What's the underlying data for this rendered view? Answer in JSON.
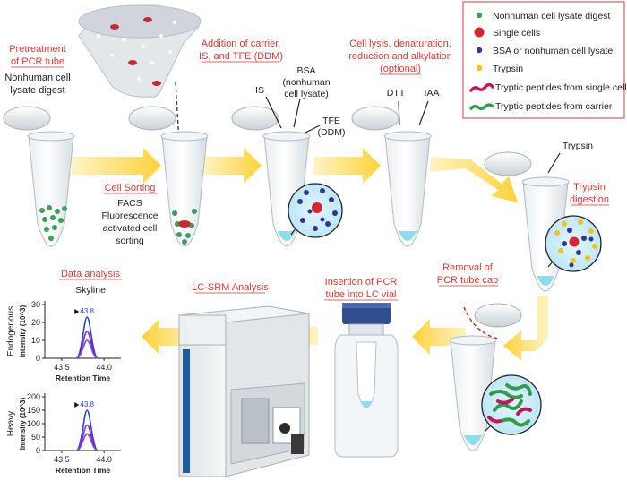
{
  "legend": {
    "items": [
      {
        "label": "Nonhuman cell lysate digest",
        "marker": "green-dot",
        "color": "#3aa05a"
      },
      {
        "label": "Single cells",
        "marker": "red-dot",
        "color": "#d8262e"
      },
      {
        "label": "BSA or nonhuman cell lysate",
        "marker": "navy-dot",
        "color": "#2d3a8c"
      },
      {
        "label": "Trypsin",
        "marker": "yellow-dot",
        "color": "#f2c21b"
      },
      {
        "label": "Tryptic peptides from single cells",
        "marker": "magenta-chain",
        "color": "#c2185b"
      },
      {
        "label": "Tryptic peptides from carrier",
        "marker": "green-chain",
        "color": "#2e9e4a"
      }
    ]
  },
  "steps": {
    "pretreatment": {
      "title1": "Pretreatment",
      "title2": "of PCR tube",
      "desc1": "Nonhuman cell",
      "desc2": "lysate digest"
    },
    "sorting": {
      "title": "Cell Sorting",
      "d1": "FACS",
      "d2": "Fluorescence",
      "d3": "activated cell",
      "d4": "sorting"
    },
    "addition": {
      "title1": "Addition of carrier,",
      "title2": "IS, and TFE (DDM)",
      "is": "IS",
      "bsa1": "BSA",
      "bsa2": "(nonhuman",
      "bsa3": "cell lysate)",
      "tfe1": "TFE",
      "tfe2": "(DDM)"
    },
    "lysis": {
      "title1": "Cell lysis, denaturation,",
      "title2": "reduction and alkylation",
      "title3": "(optional)",
      "dtt": "DTT",
      "iaa": "IAA"
    },
    "digestion": {
      "trypsin": "Trypsin",
      "title1": "Trypsin",
      "title2": "digestion"
    },
    "removal": {
      "title1": "Removal of",
      "title2": "PCR tube cap"
    },
    "insertion": {
      "title1": "Insertion of PCR",
      "title2": "tube into LC vial"
    },
    "lcsrm": {
      "title": "LC-SRM Analysis"
    },
    "data": {
      "title": "Data analysis",
      "software": "Skyline"
    }
  },
  "chart_data": [
    {
      "type": "line",
      "row_label": "Endogenous",
      "ylabel": "Intensity (10^3)",
      "xlabel": "Retention Time",
      "x_ticks": [
        "43.5",
        "44.0"
      ],
      "y_ticks": [
        "0",
        "10",
        "20",
        "30"
      ],
      "ylim": [
        0,
        30
      ],
      "peak_label": "43.8",
      "peak_x": 43.8,
      "peaks": [
        {
          "color": "#2b3ee0",
          "apex": 23
        },
        {
          "color": "#7a2fb0",
          "apex": 15
        },
        {
          "color": "#8a44d0",
          "apex": 10
        }
      ]
    },
    {
      "type": "line",
      "row_label": "Heavy",
      "ylabel": "Intensity (10^3)",
      "xlabel": "Retention Time",
      "x_ticks": [
        "43.5",
        "44.0"
      ],
      "y_ticks": [
        "0",
        "50",
        "100",
        "150",
        "200"
      ],
      "ylim": [
        0,
        200
      ],
      "peak_label": "43.8",
      "peak_x": 43.8,
      "peaks": [
        {
          "color": "#2b3ee0",
          "apex": 150
        },
        {
          "color": "#7a2fb0",
          "apex": 95
        },
        {
          "color": "#8a44d0",
          "apex": 62
        }
      ]
    }
  ]
}
